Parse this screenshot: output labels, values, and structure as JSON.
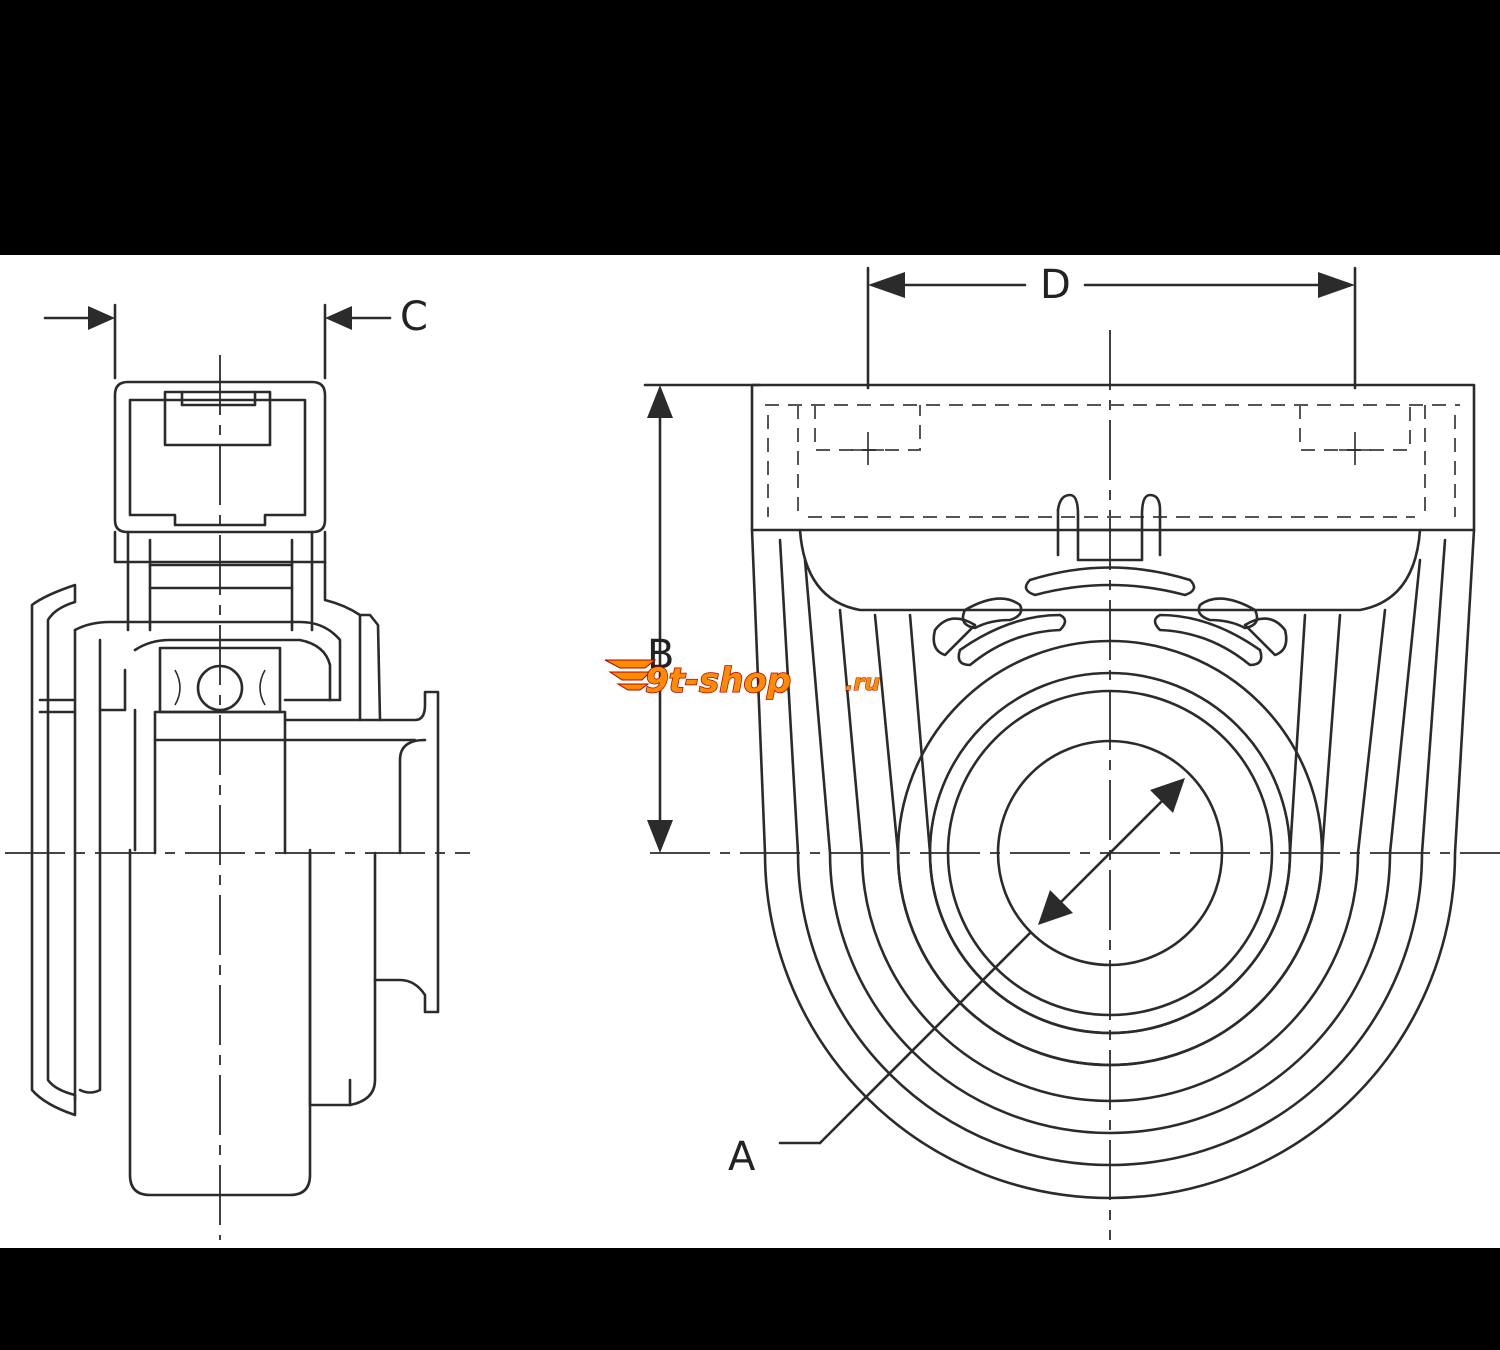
{
  "labels": {
    "dim_a": "A",
    "dim_b": "B",
    "dim_c": "C",
    "dim_d": "D"
  },
  "watermark": {
    "text_main": "9t-shop",
    "text_suffix": ".ru",
    "color_fill": "#ff8c00",
    "color_stroke": "#b30000"
  },
  "colors": {
    "background": "#000000",
    "paper": "#ffffff",
    "line": "#2b2b2b"
  }
}
